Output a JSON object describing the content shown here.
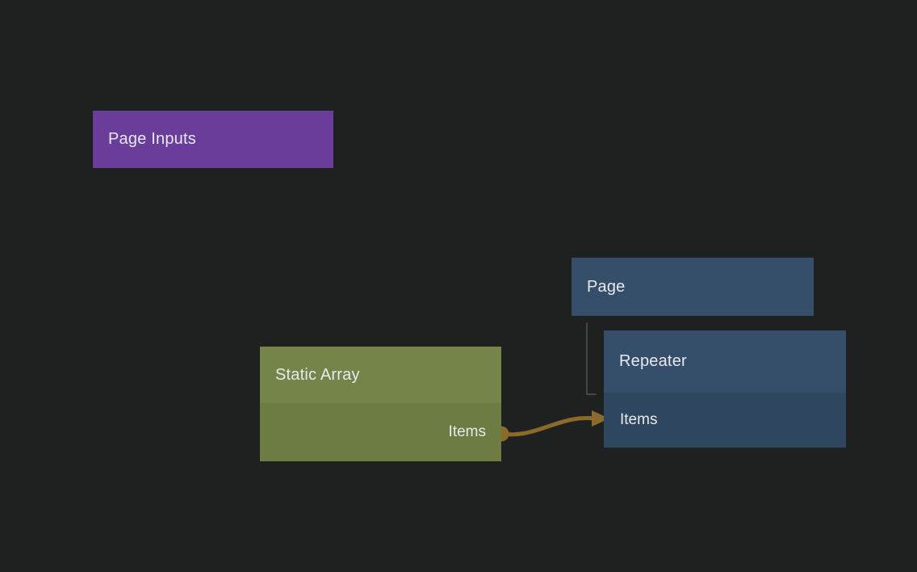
{
  "canvas": {
    "background": "#1f2020"
  },
  "nodes": {
    "page_inputs": {
      "title": "Page Inputs",
      "color": "#6a3d9a"
    },
    "page": {
      "title": "Page",
      "color": "#354f6b"
    },
    "static_array": {
      "title": "Static Array",
      "header_color": "#75854a",
      "body_color": "#6c7c42",
      "output_port_label": "Items"
    },
    "repeater": {
      "title": "Repeater",
      "header_color": "#354f6b",
      "body_color": "#2e475e",
      "input_port_label": "Items"
    }
  },
  "edges": {
    "data_connection": {
      "from": "Static Array Items",
      "to": "Repeater Items",
      "color": "#8a6b2a"
    },
    "hierarchy_connection": {
      "from": "Page",
      "to": "Repeater",
      "color": "#454545"
    }
  },
  "text_color": "#e7e9ee"
}
